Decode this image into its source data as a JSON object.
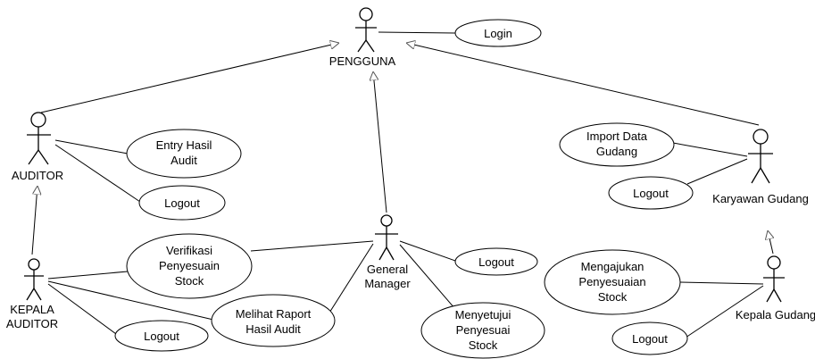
{
  "actors": {
    "pengguna": {
      "label": "PENGGUNA"
    },
    "auditor": {
      "label": "AUDITOR"
    },
    "kepala_auditor": {
      "label_line1": "KEPALA",
      "label_line2": "AUDITOR"
    },
    "general_manager": {
      "label_line1": "General",
      "label_line2": "Manager"
    },
    "karyawan_gudang": {
      "label": "Karyawan Gudang"
    },
    "kepala_gudang": {
      "label": "Kepala Gudang"
    }
  },
  "use_cases": {
    "login": {
      "lines": [
        "Login"
      ]
    },
    "entry_hasil_audit": {
      "lines": [
        "Entry Hasil",
        "Audit"
      ]
    },
    "logout_auditor": {
      "lines": [
        "Logout"
      ]
    },
    "verifikasi_penyesuaian_stock": {
      "lines": [
        "Verifikasi",
        "Penyesuain",
        "Stock"
      ]
    },
    "melihat_raport_hasil_audit": {
      "lines": [
        "Melihat Raport",
        "Hasil Audit"
      ]
    },
    "logout_kepala_auditor": {
      "lines": [
        "Logout"
      ]
    },
    "logout_general_manager": {
      "lines": [
        "Logout"
      ]
    },
    "menyetujui_penyesuai_stock": {
      "lines": [
        "Menyetujui",
        "Penyesuai",
        "Stock"
      ]
    },
    "import_data_gudang": {
      "lines": [
        "Import Data",
        "Gudang"
      ]
    },
    "logout_karyawan_gudang": {
      "lines": [
        "Logout"
      ]
    },
    "mengajukan_penyesuaian_stock": {
      "lines": [
        "Mengajukan",
        "Penyesuaian",
        "Stock"
      ]
    },
    "logout_kepala_gudang": {
      "lines": [
        "Logout"
      ]
    }
  }
}
